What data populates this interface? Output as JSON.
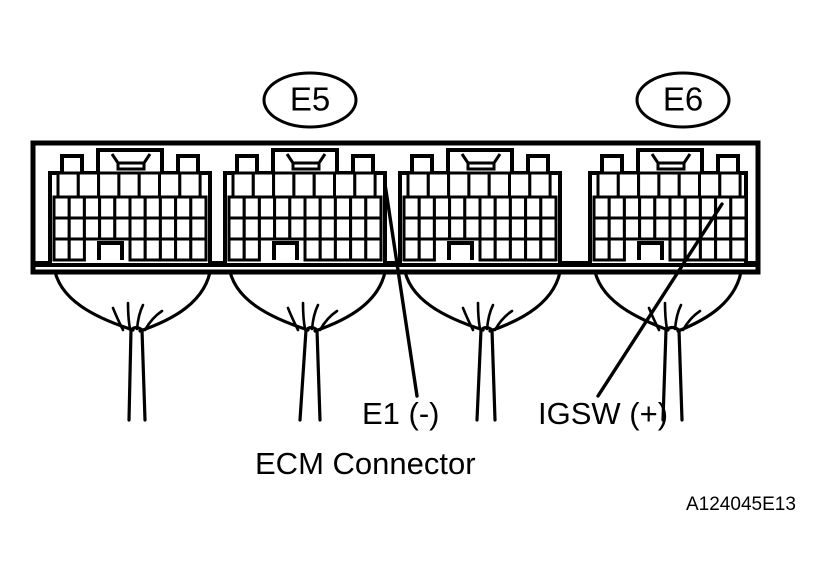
{
  "diagram": {
    "title": "ECM Connector",
    "figure_code": "A124045E13",
    "connector_callouts": [
      {
        "id": "E5",
        "label": "E5"
      },
      {
        "id": "E6",
        "label": "E6"
      }
    ],
    "terminal_labels": [
      {
        "id": "E1",
        "label": "E1 (-)"
      },
      {
        "id": "IGSW",
        "label": "IGSW (+)"
      }
    ],
    "caption": "ECM Connector",
    "connectors": [
      {
        "name": "connector-1",
        "rows": [
          7,
          10,
          10,
          7
        ]
      },
      {
        "name": "connector-2",
        "rows": [
          7,
          10,
          10,
          7
        ]
      },
      {
        "name": "connector-3",
        "rows": [
          7,
          10,
          10,
          7
        ]
      },
      {
        "name": "connector-4",
        "rows": [
          7,
          10,
          10,
          7
        ]
      }
    ],
    "colors": {
      "ink": "#000000",
      "background": "#ffffff"
    }
  }
}
